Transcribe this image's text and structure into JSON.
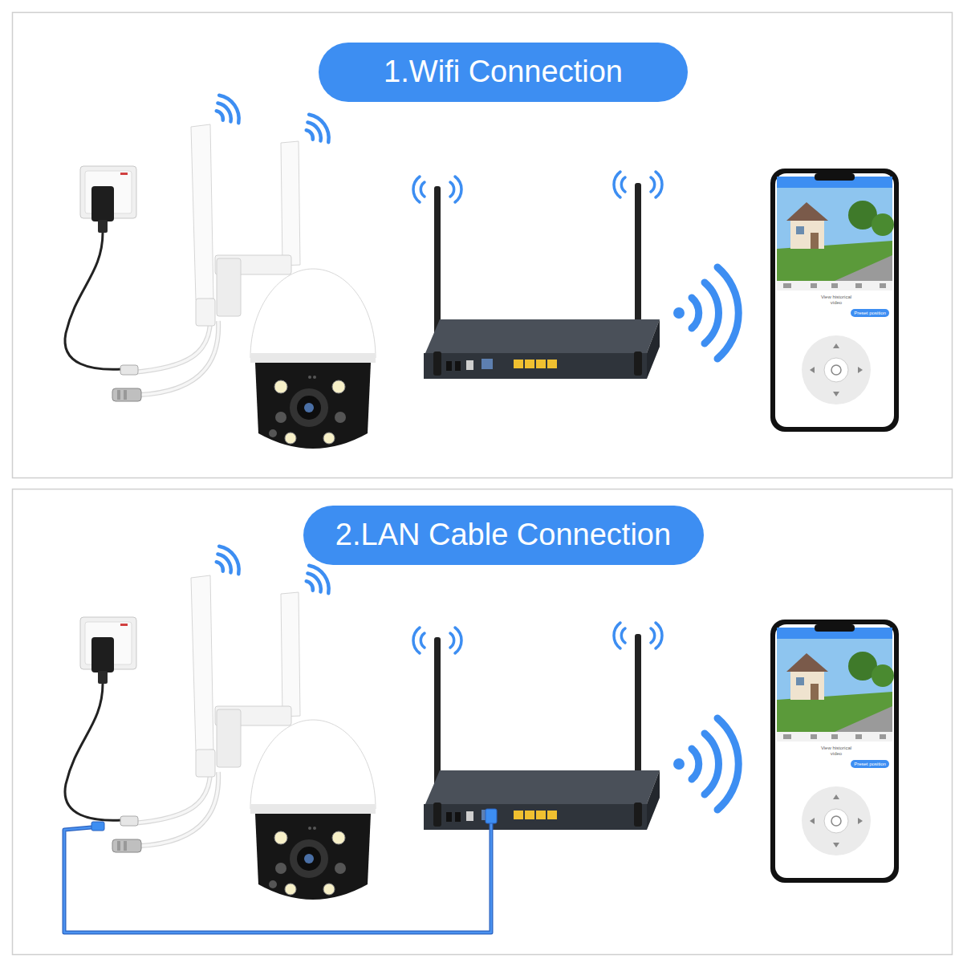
{
  "diagram": {
    "nodes": [
      {
        "text": [
          "1.Wifi Connection"
        ]
      },
      {
        "text": [
          "Preset position"
        ]
      },
      {
        "text": [
          "2.LAN Cable Connection"
        ]
      },
      {
        "text": [
          "Preset position"
        ]
      }
    ],
    "labels": [
      "View historical video",
      "View historical video"
    ]
  }
}
